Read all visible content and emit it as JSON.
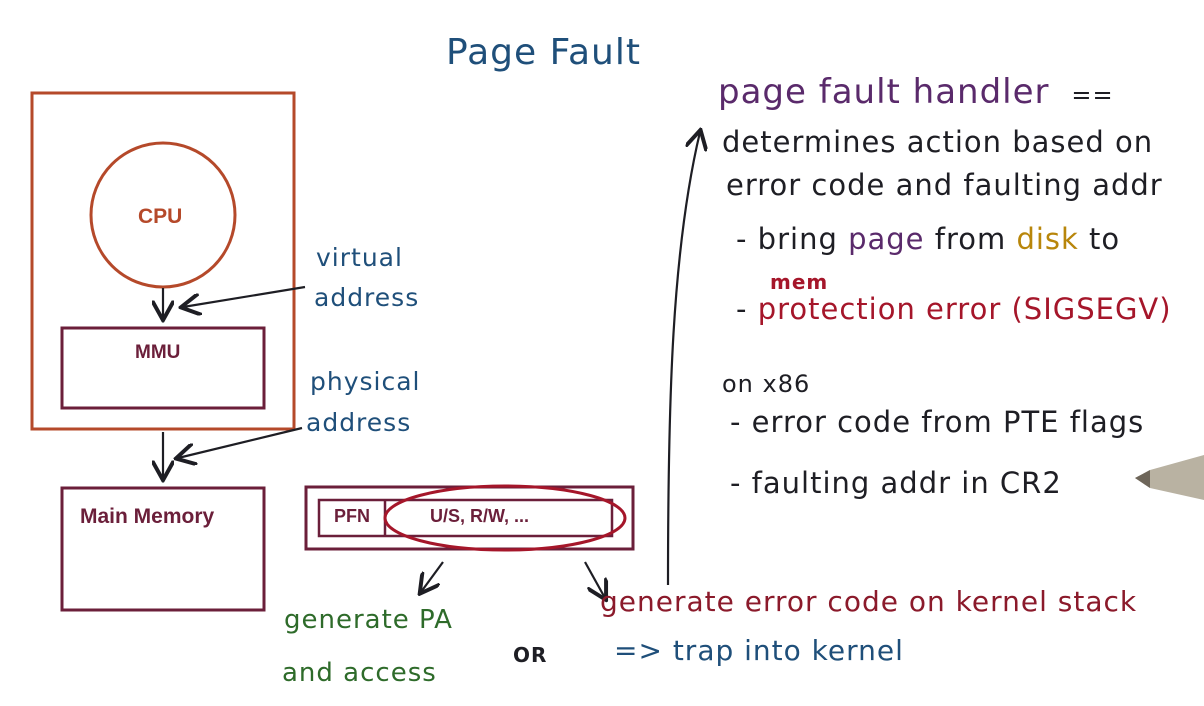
{
  "title": "Page Fault",
  "boxes": {
    "cpu": "CPU",
    "mmu": "MMU",
    "main_memory": "Main Memory",
    "pte_pfn": "PFN",
    "pte_flags": "U/S, R/W, ..."
  },
  "annotations": {
    "virtual_line1": "virtual",
    "virtual_line2": "address",
    "physical_line1": "physical",
    "physical_line2": "address",
    "generate_pa_line1": "generate PA",
    "generate_pa_line2": "and access",
    "or": "OR",
    "error_line1": "generate error code on kernel stack",
    "error_line2": "=> trap into kernel"
  },
  "handler": {
    "heading": "page fault handler",
    "heading_suffix": "==",
    "line1": "determines action based on",
    "line2": "error code and faulting addr",
    "bullet1_prefix": "- bring ",
    "bullet1_page": "page",
    "bullet1_mid": " from ",
    "bullet1_disk": "disk",
    "bullet1_to": " to",
    "bullet1_mem": "mem",
    "bullet2_dash": "- ",
    "bullet2_text": "protection error (SIGSEGV)",
    "x86_label": "on x86",
    "x86_bullet1": "- error code from PTE flags",
    "x86_bullet2": "- faulting addr in CR2"
  },
  "colors": {
    "box_orange": "#b5492a",
    "box_maroon": "#6b1f3a",
    "ellipse_red": "#a5162a",
    "ink_blue": "#1f4f7a",
    "ink_dark": "#1e1e24"
  }
}
